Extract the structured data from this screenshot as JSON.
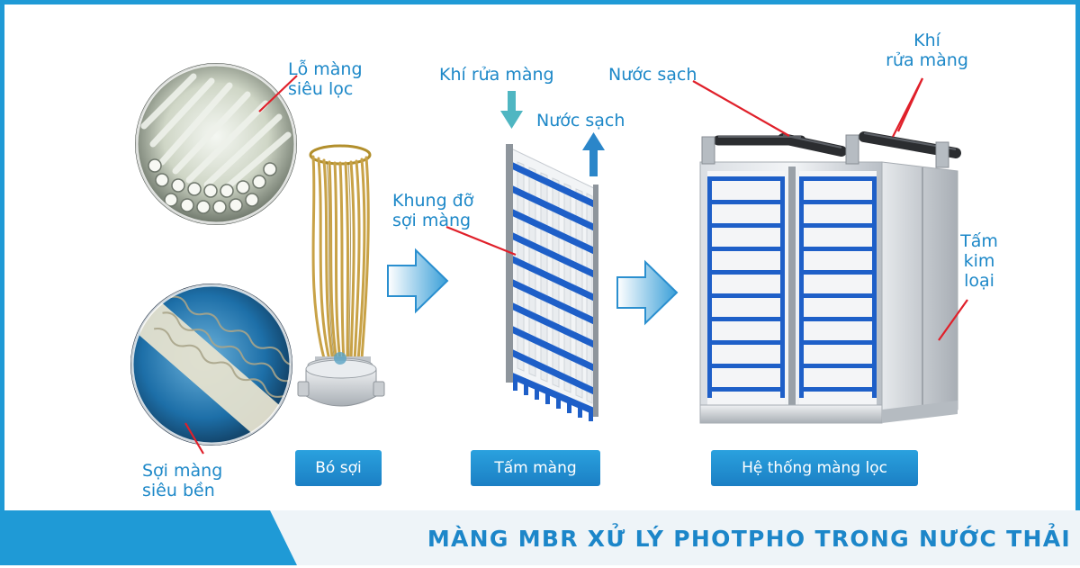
{
  "labels": {
    "lo_mang": "Lỗ màng\nsiêu lọc",
    "soi_mang": "Sợi màng\nsiêu bền",
    "khi_rua_mang_1": "Khí rửa màng",
    "nuoc_sach_1": "Nước sạch",
    "khung_do": "Khung đỡ\nsợi màng",
    "nuoc_sach_2": "Nước sạch",
    "khi_rua_mang_2": "Khí\nrửa màng",
    "tam_kim_loai": "Tấm\nkim\nloại"
  },
  "captions": {
    "bo_soi": "Bó sợi",
    "tam_mang": "Tấm màng",
    "he_thong": "Hệ thống màng lọc"
  },
  "title": "MÀNG MBR XỬ LÝ PHOTPHO TRONG NƯỚC THẢI",
  "colors": {
    "accent": "#1f9ad6",
    "label_text": "#1d88c8",
    "pointer_line": "#e0202a",
    "membrane_blue": "#1e5fc8",
    "arrow_teal": "#4fb6c2",
    "arrow_blue": "#2b86c9"
  }
}
